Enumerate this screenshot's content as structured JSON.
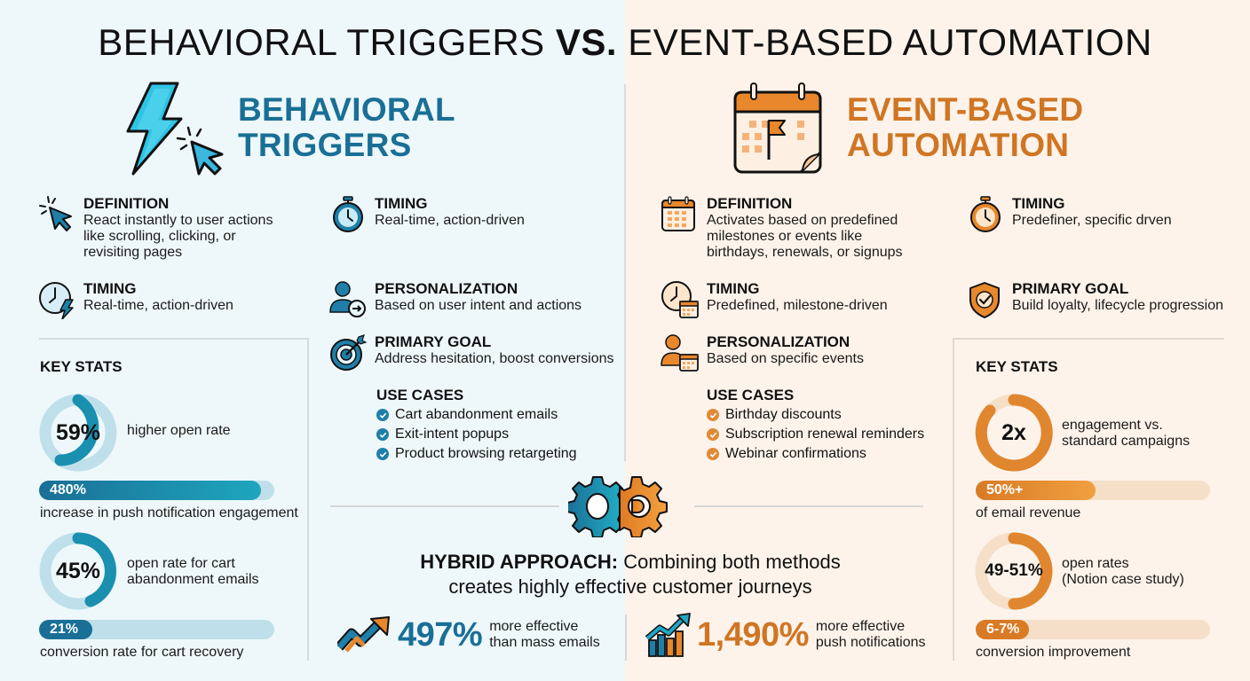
{
  "title": {
    "part1": "BEHAVIORAL TRIGGERS ",
    "vs": "VS.",
    "part2": " EVENT-BASED AUTOMATION"
  },
  "colors": {
    "behavioral_accent": "#1a6f96",
    "behavioral_light": "#bfe0ea",
    "event_accent": "#d07523",
    "event_light": "#f6dfc8",
    "left_bg": "#eef8fb",
    "right_bg": "#fdf3ea"
  },
  "behavioral": {
    "hero_line1": "BEHAVIORAL",
    "hero_line2": "TRIGGERS",
    "hero_icon": "lightning-cursor-icon",
    "items": [
      {
        "icon": "cursor-click-icon",
        "heading": "DEFINITION",
        "text": "React instantly to user actions like scrolling, clicking, or revisiting pages"
      },
      {
        "icon": "clock-lightning-icon",
        "heading": "TIMING",
        "text": "Real-time, action-driven"
      },
      {
        "icon": "stopwatch-icon",
        "heading": "TIMING",
        "text": "Real-time, action-driven"
      },
      {
        "icon": "user-arrow-icon",
        "heading": "PERSONALIZATION",
        "text": "Based on user intent and actions"
      },
      {
        "icon": "target-icon",
        "heading": "PRIMARY GOAL",
        "text": "Address hesitation, boost conversions"
      }
    ],
    "use_cases": {
      "heading": "USE CASES",
      "items": [
        "Cart abandonment emails",
        "Exit-intent popups",
        "Product browsing retargeting"
      ]
    },
    "key_stats": {
      "heading": "KEY STATS",
      "donuts": [
        {
          "value": "59%",
          "desc": "higher open rate",
          "fill_pct": 59
        },
        {
          "value": "45%",
          "desc_line1": "open rate for cart",
          "desc_line2": "abandonment emails",
          "fill_pct": 45
        }
      ],
      "bars": [
        {
          "value": "480%",
          "caption": "increase in push notification engagement",
          "fill_pct": 94
        },
        {
          "value": "21%",
          "caption": "conversion rate for cart recovery",
          "fill_pct": 21
        }
      ]
    }
  },
  "event": {
    "hero_line1": "EVENT-BASED",
    "hero_line2": "AUTOMATION",
    "hero_icon": "calendar-flag-icon",
    "items": [
      {
        "icon": "calendar-icon",
        "heading": "DEFINITION",
        "text": "Activates based on predefined milestones or events like birthdays, renewals, or signups"
      },
      {
        "icon": "stopwatch-icon",
        "heading": "TIMING",
        "text": "Predefiner, specific drven"
      },
      {
        "icon": "clock-calendar-icon",
        "heading": "TIMING",
        "text": "Predefined, milestone-driven"
      },
      {
        "icon": "shield-check-icon",
        "heading": "PRIMARY GOAL",
        "text": "Build loyalty, lifecycle progression"
      },
      {
        "icon": "user-calendar-icon",
        "heading": "PERSONALIZATION",
        "text": "Based on specific events"
      }
    ],
    "use_cases": {
      "heading": "USE CASES",
      "items": [
        "Birthday discounts",
        "Subscription renewal reminders",
        "Webinar confirmations"
      ]
    },
    "key_stats": {
      "heading": "KEY STATS",
      "donuts": [
        {
          "value": "2x",
          "desc_line1": "engagement vs.",
          "desc_line2": "standard campaigns",
          "fill_pct": 88
        },
        {
          "value": "49-51%",
          "desc_line1": "open rates",
          "desc_line2": "(Notion case study)",
          "fill_pct": 50
        }
      ],
      "bars": [
        {
          "value": "50%+",
          "caption": "of email revenue",
          "fill_pct": 51
        },
        {
          "value": "6-7%",
          "caption": "conversion improvement",
          "fill_pct": 23
        }
      ]
    }
  },
  "hybrid": {
    "icon": "interlocking-gears-icon",
    "bold": "HYBRID APPROACH:",
    "line1_rest": " Combining both methods",
    "line2": "creates highly effective customer journeys"
  },
  "bottom_stats": [
    {
      "icon": "trend-arrow-icon",
      "value": "497%",
      "line1": "more effective",
      "line2": "than mass emails"
    },
    {
      "icon": "growth-chart-icon",
      "value": "1,490%",
      "line1": "more effective",
      "line2": "push notifications"
    }
  ]
}
